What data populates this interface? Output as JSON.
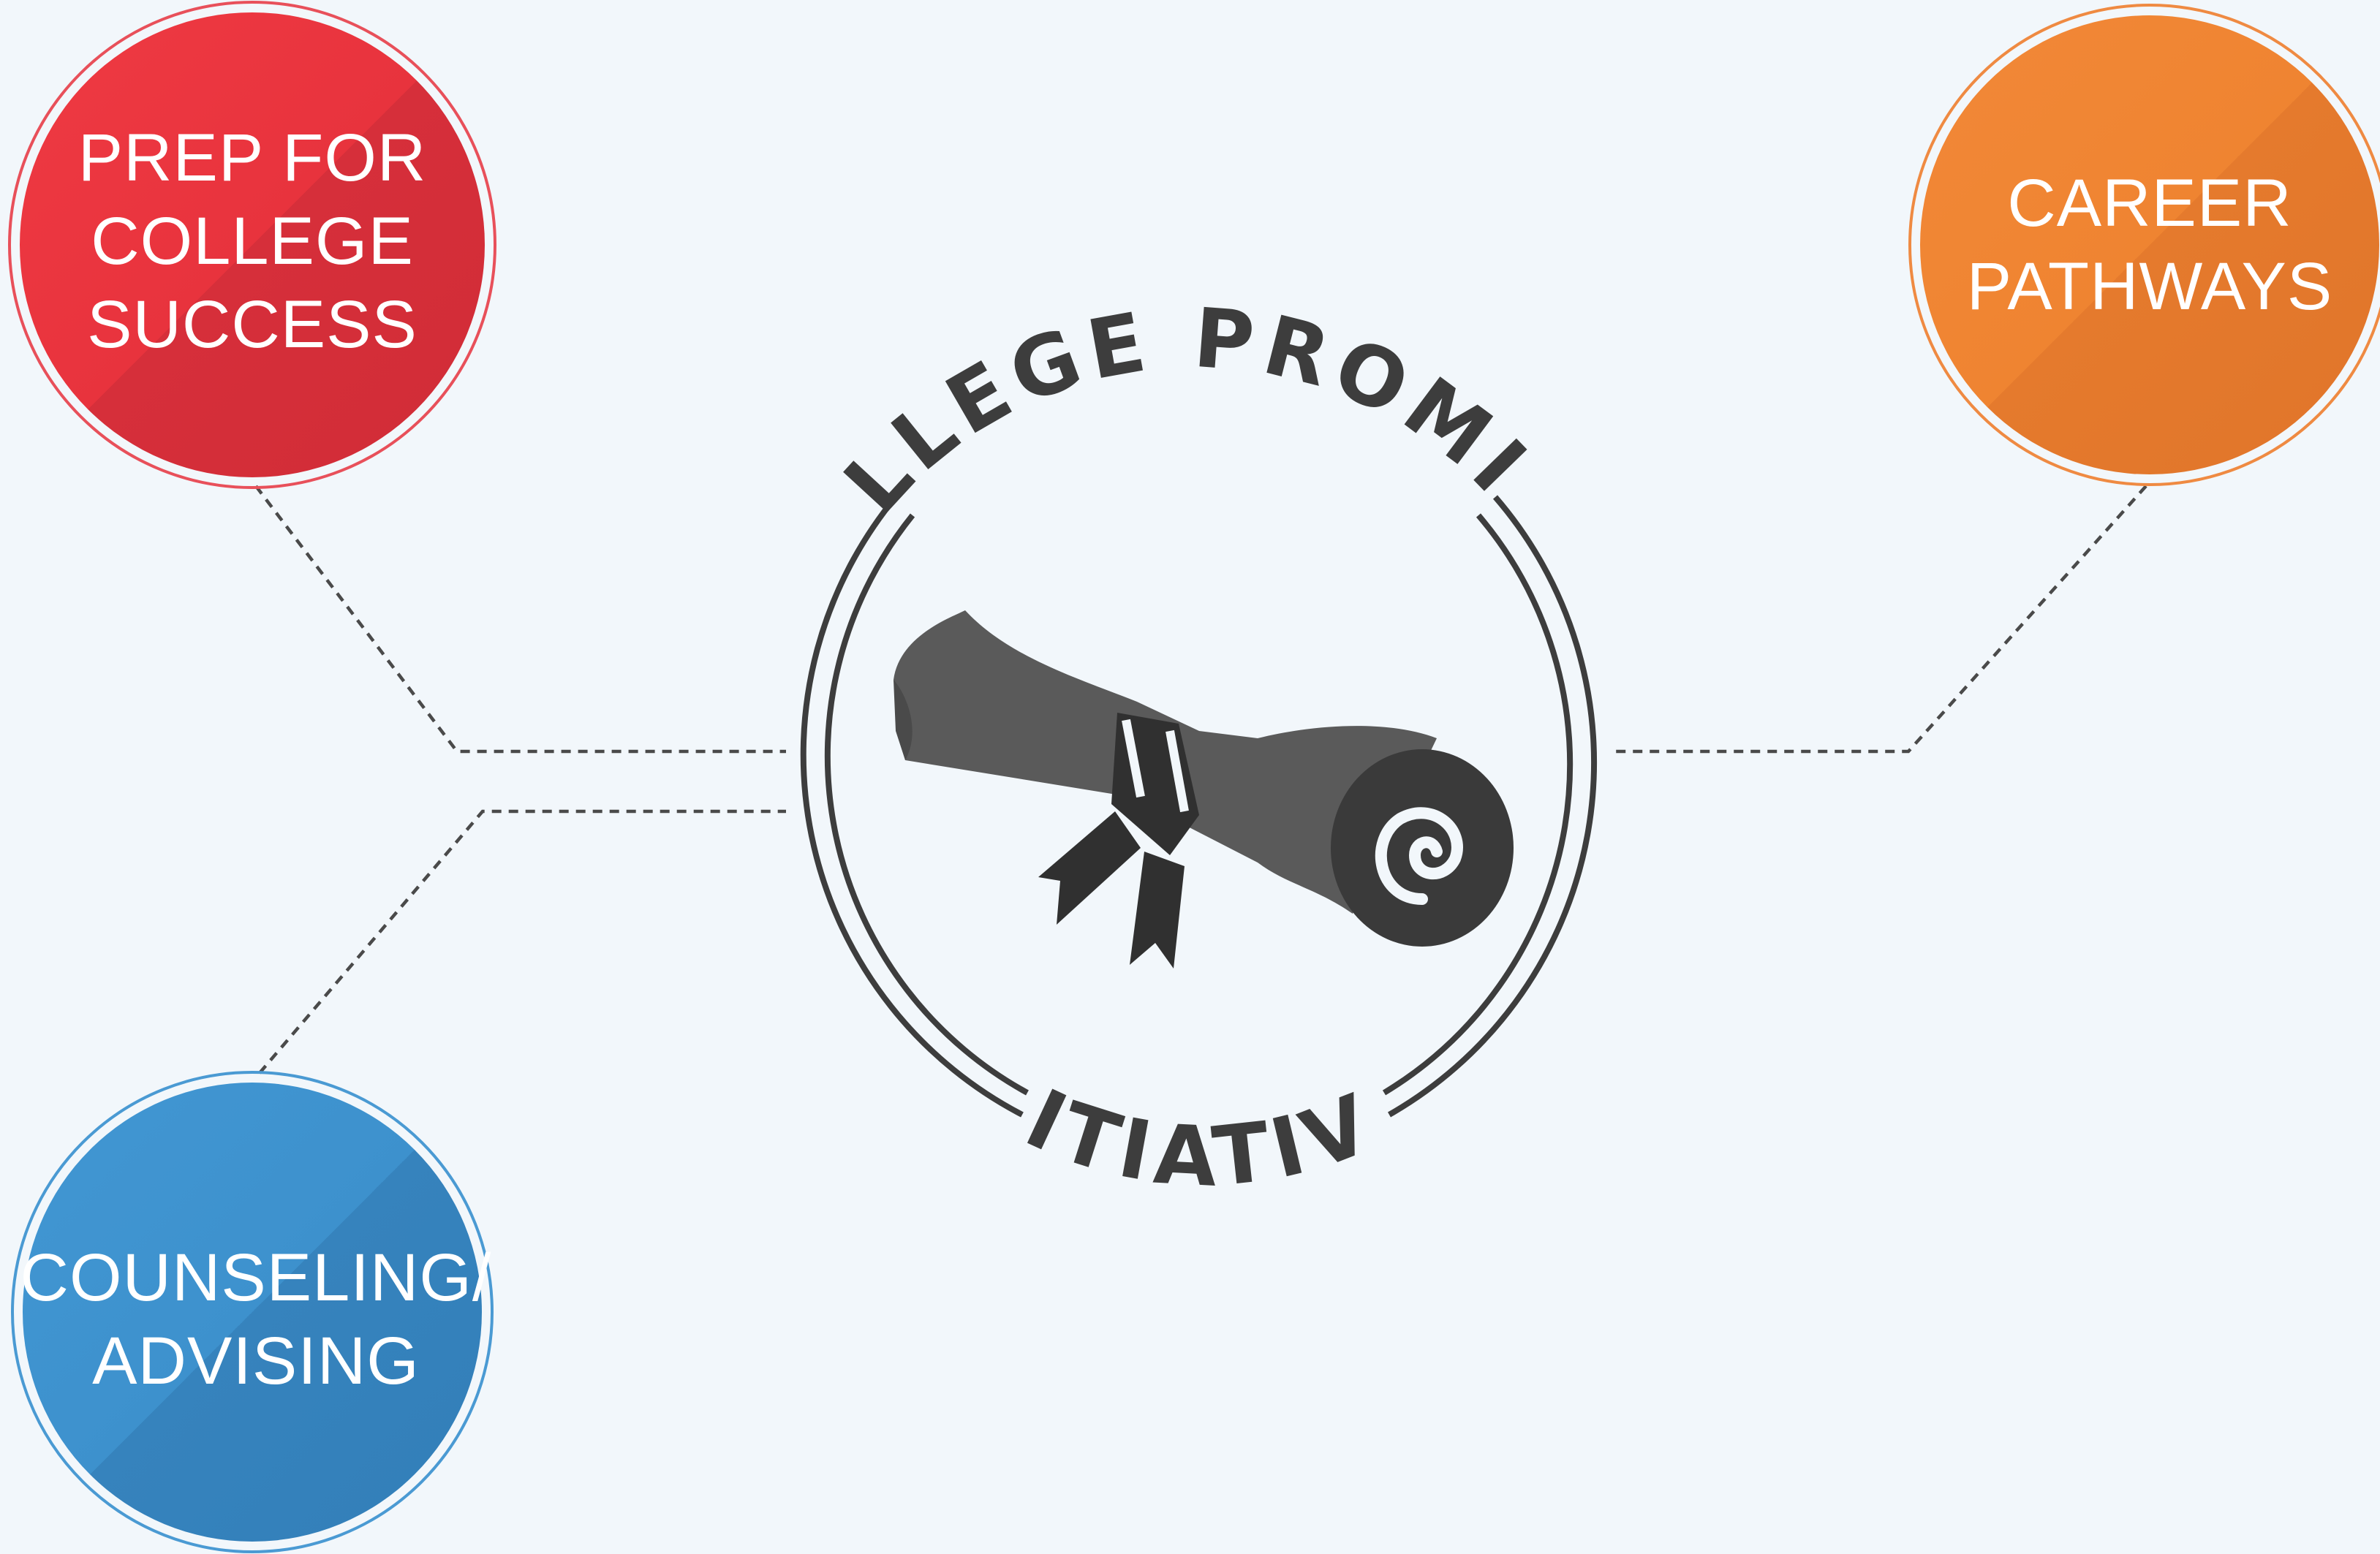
{
  "center": {
    "top_arc_text": "COLLEGE PROMISE",
    "bottom_arc_text": "INITIATIVES",
    "icon": "diploma-scroll-icon"
  },
  "nodes": [
    {
      "id": "prep",
      "label": "PREP FOR\nCOLLEGE\nSUCCESS",
      "color": "#e8323d"
    },
    {
      "id": "career",
      "label": "CAREER\nPATHWAYS",
      "color": "#ef8130"
    },
    {
      "id": "counseling",
      "label": "COUNSELING/\nADVISING",
      "color": "#3a8fcd"
    }
  ]
}
